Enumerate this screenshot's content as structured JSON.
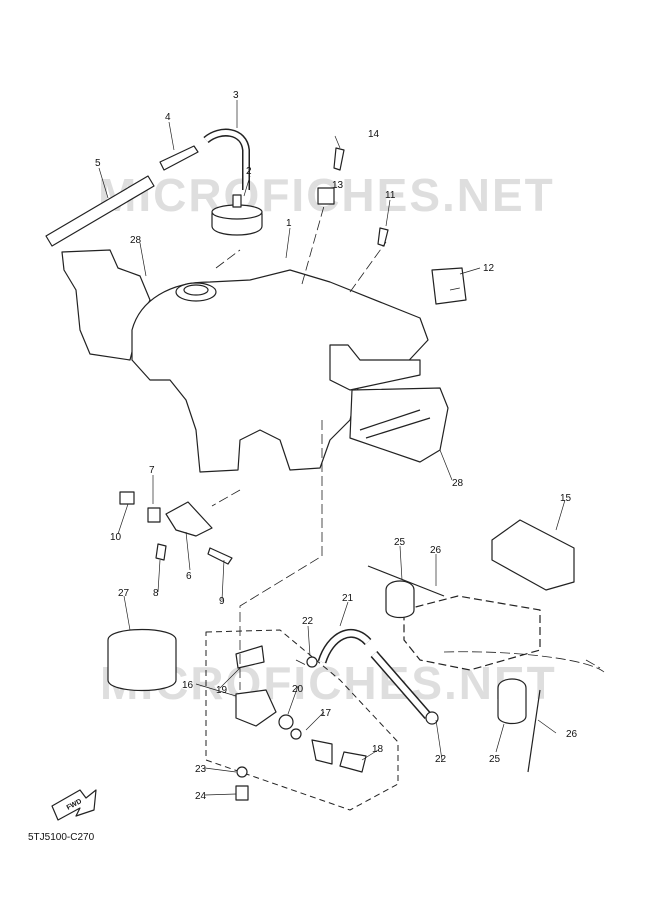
{
  "watermark": "MICROFICHES.NET",
  "diagram_code": "5TJ5100-C270",
  "fwd_label": "FWD",
  "callouts": [
    "1",
    "2",
    "3",
    "4",
    "5",
    "6",
    "7",
    "8",
    "9",
    "10",
    "11",
    "12",
    "13",
    "14",
    "15",
    "16",
    "17",
    "18",
    "19",
    "20",
    "21",
    "22",
    "22",
    "23",
    "24",
    "25",
    "25",
    "26",
    "26",
    "27",
    "28",
    "28"
  ],
  "colors": {
    "line": "#222222",
    "fill": "#ffffff",
    "shade": "#bbbbbb",
    "watermark": "#a0a0a0"
  }
}
